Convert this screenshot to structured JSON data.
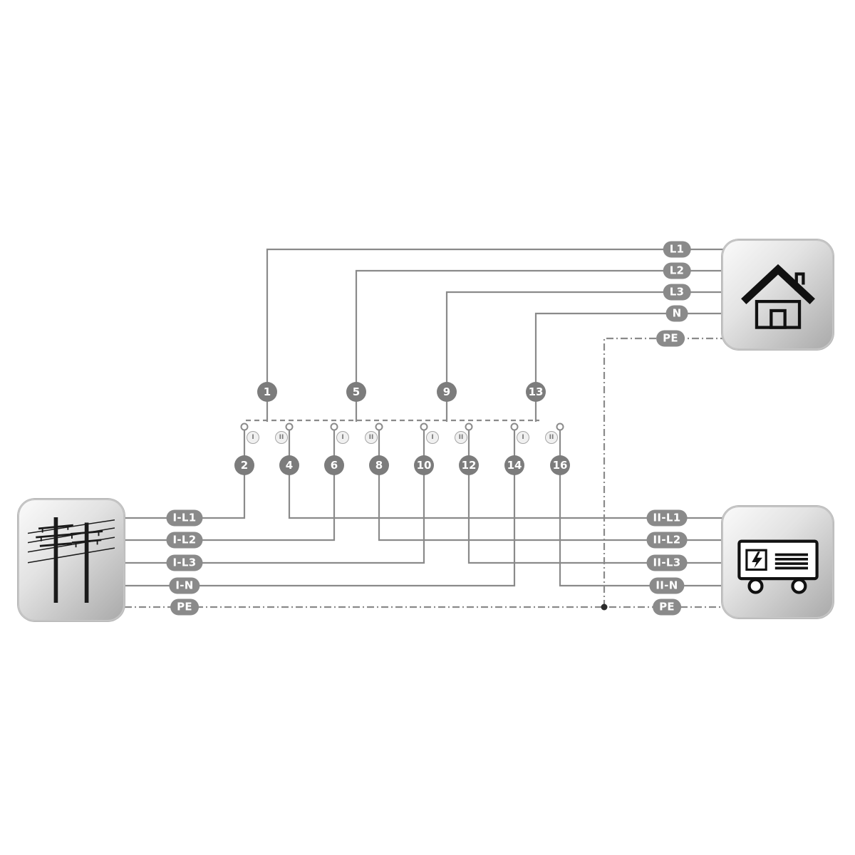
{
  "diagram": {
    "outputs": [
      "L1",
      "L2",
      "L3",
      "N",
      "PE"
    ],
    "source1_lines": [
      "I-L1",
      "I-L2",
      "I-L3",
      "I-N",
      "PE"
    ],
    "source2_lines": [
      "II-L1",
      "II-L2",
      "II-L3",
      "II-N",
      "PE"
    ],
    "common_terminals": [
      "1",
      "5",
      "9",
      "13"
    ],
    "switch_terminals": [
      "2",
      "4",
      "6",
      "8",
      "10",
      "12",
      "14",
      "16"
    ],
    "contact_markers": [
      "I",
      "II",
      "I",
      "II",
      "I",
      "II",
      "I",
      "II"
    ],
    "icons": {
      "source1": "power-grid-icon",
      "load": "house-icon",
      "source2": "generator-icon"
    },
    "colors": {
      "wire": "#8a8a8a",
      "label_background": "#8a8a8a",
      "label_text": "#ffffff",
      "terminal_background": "#7c7c7c",
      "pe_junction": "#2b2b2b",
      "icon": "#1a1a1a"
    }
  }
}
